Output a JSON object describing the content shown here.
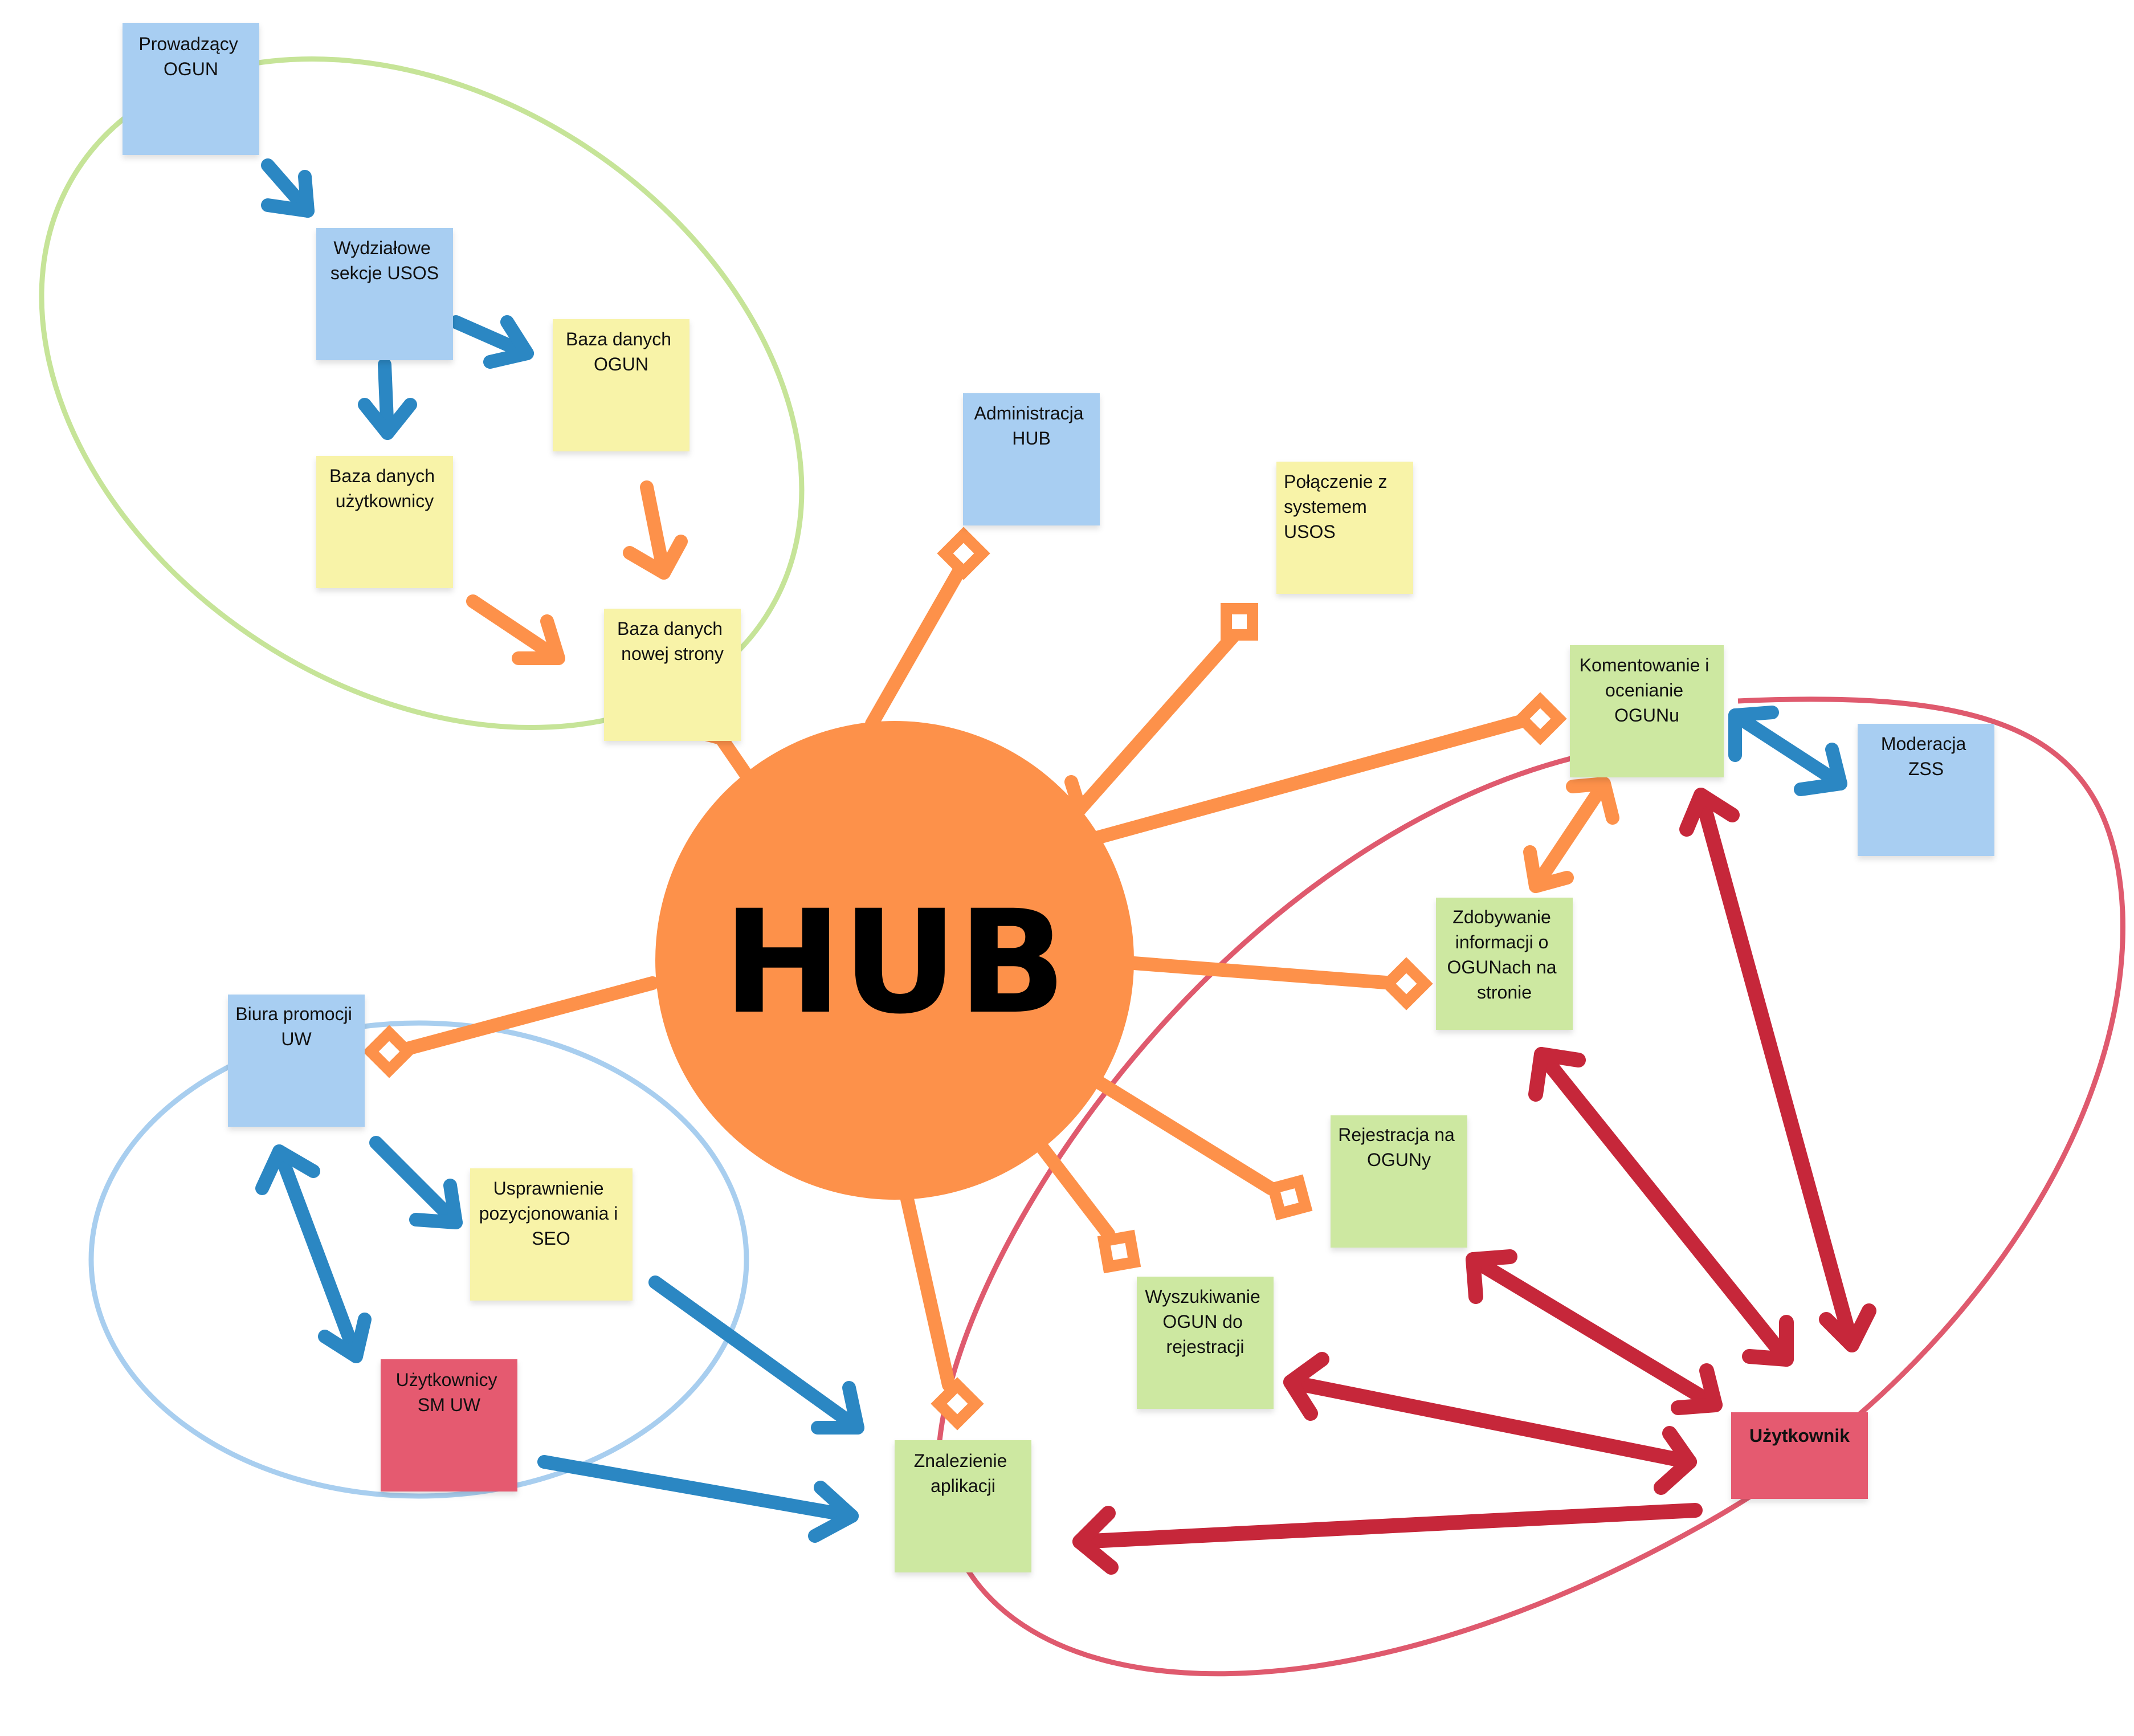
{
  "hub": {
    "label": "HUB"
  },
  "colors": {
    "note_blue": "#a8cef2",
    "note_yellow": "#f8f3a8",
    "note_green": "#cde8a1",
    "note_red": "#e55a6f",
    "hub_orange": "#fd914a",
    "arrow_blue": "#2b87c3",
    "arrow_orange": "#fd914a",
    "arrow_red": "#c6273a",
    "ellipse_green": "#c6e498",
    "ellipse_blue": "#a8ceef",
    "ellipse_red": "#df5a6e"
  },
  "notes": {
    "prowadzacy": [
      "Prowadzący",
      "OGUN"
    ],
    "wydzialowe": [
      "Wydziałowe",
      "sekcje USOS"
    ],
    "baza_ogun": [
      "Baza danych",
      "OGUN"
    ],
    "baza_uzytkownicy": [
      "Baza danych",
      "użytkownicy"
    ],
    "baza_nowej": [
      "Baza danych",
      "nowej strony"
    ],
    "administracja": [
      "Administracja",
      "HUB"
    ],
    "polaczenie": [
      "Połączenie z",
      "systemem",
      "USOS"
    ],
    "komentowanie": [
      "Komentowanie i",
      "ocenianie",
      "OGUNu"
    ],
    "moderacja": [
      "Moderacja",
      "ZSS"
    ],
    "zdobywanie": [
      "Zdobywanie",
      "informacji o",
      "OGUNach na",
      "stronie"
    ],
    "rejestracja": [
      "Rejestracja na",
      "OGUNy"
    ],
    "wyszukiwanie": [
      "Wyszukiwanie",
      "OGUN do",
      "rejestracji"
    ],
    "biura": [
      "Biura promocji",
      "UW"
    ],
    "usprawnienie": [
      "Usprawnienie",
      "pozycjonowania i",
      "SEO"
    ],
    "uzytkownicy_sm": [
      "Użytkownicy",
      "SM UW"
    ],
    "znalezienie": [
      "Znalezienie",
      "aplikacji"
    ],
    "uzytkownik": [
      "Użytkownik"
    ]
  }
}
